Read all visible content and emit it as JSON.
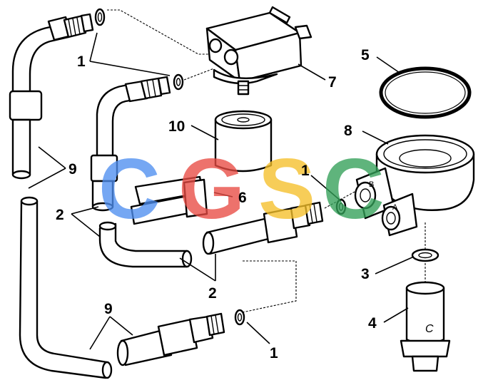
{
  "callouts": {
    "c1a": "1",
    "c1b": "1",
    "c1c": "1",
    "c2a": "2",
    "c2b": "2",
    "c3": "3",
    "c4": "4",
    "c5": "5",
    "c6": "6",
    "c7": "7",
    "c8": "8",
    "c9a": "9",
    "c9b": "9",
    "c10": "10"
  },
  "watermark": {
    "letters": [
      "C",
      "G",
      "S",
      "C"
    ],
    "colors": [
      "#4f8ff0",
      "#e84b43",
      "#f5c02a",
      "#33a058"
    ]
  },
  "markings": {
    "port_b": "B",
    "port_a": "A",
    "sender_c": "C"
  }
}
